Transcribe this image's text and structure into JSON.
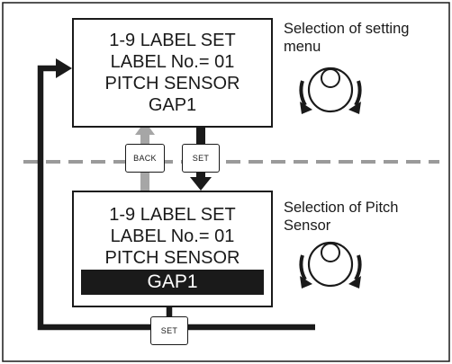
{
  "screen_top": {
    "lines": [
      "1-9 LABEL SET",
      "LABEL No.= 01",
      "PITCH SENSOR",
      "GAP1"
    ]
  },
  "screen_bottom": {
    "lines": [
      "1-9 LABEL SET",
      "LABEL No.= 01",
      "PITCH SENSOR"
    ],
    "highlighted_line": "GAP1"
  },
  "captions": {
    "top": [
      "Selection of setting",
      "menu"
    ],
    "bottom": [
      "Selection of Pitch",
      "Sensor"
    ]
  },
  "keys": {
    "back": "BACK",
    "set_middle": "SET",
    "set_bottom": "SET"
  },
  "icons": {
    "dial_top": "rotary-dial-icon",
    "dial_bottom": "rotary-dial-icon"
  },
  "colors": {
    "ink": "#1a1a1a",
    "back_arrow": "#a6a6a6",
    "divider": "#9a9a9a"
  }
}
